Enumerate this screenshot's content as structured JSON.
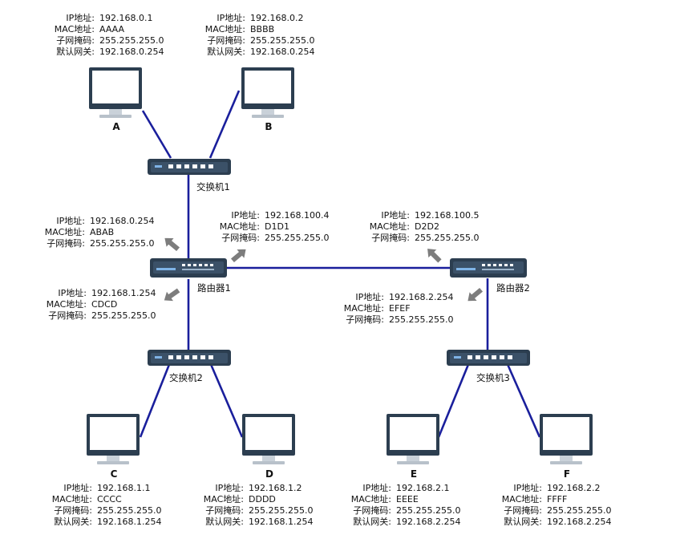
{
  "colors": {
    "link": "#1a1f9c",
    "device_body": "#2c3e50",
    "device_face": "#3b5168",
    "arrow": "#7d7d7d"
  },
  "labels": {
    "ip": "IP地址:",
    "mac": "MAC地址:",
    "mask": "子网掩码:",
    "gateway": "默认网关:"
  },
  "hosts": [
    {
      "name": "A",
      "ip": "192.168.0.1",
      "mac": "AAAA",
      "mask": "255.255.255.0",
      "gateway": "192.168.0.254"
    },
    {
      "name": "B",
      "ip": "192.168.0.2",
      "mac": "BBBB",
      "mask": "255.255.255.0",
      "gateway": "192.168.0.254"
    },
    {
      "name": "C",
      "ip": "192.168.1.1",
      "mac": "CCCC",
      "mask": "255.255.255.0",
      "gateway": "192.168.1.254"
    },
    {
      "name": "D",
      "ip": "192.168.1.2",
      "mac": "DDDD",
      "mask": "255.255.255.0",
      "gateway": "192.168.1.254"
    },
    {
      "name": "E",
      "ip": "192.168.2.1",
      "mac": "EEEE",
      "mask": "255.255.255.0",
      "gateway": "192.168.2.254"
    },
    {
      "name": "F",
      "ip": "192.168.2.2",
      "mac": "FFFF",
      "mask": "255.255.255.0",
      "gateway": "192.168.2.254"
    }
  ],
  "switches": [
    {
      "name": "交换机1"
    },
    {
      "name": "交换机2"
    },
    {
      "name": "交换机3"
    }
  ],
  "routers": [
    {
      "name": "路由器1"
    },
    {
      "name": "路由器2"
    }
  ],
  "interfaces": [
    {
      "ip": "192.168.0.254",
      "mac": "ABAB",
      "mask": "255.255.255.0"
    },
    {
      "ip": "192.168.1.254",
      "mac": "CDCD",
      "mask": "255.255.255.0"
    },
    {
      "ip": "192.168.100.4",
      "mac": "D1D1",
      "mask": "255.255.255.0"
    },
    {
      "ip": "192.168.100.5",
      "mac": "D2D2",
      "mask": "255.255.255.0"
    },
    {
      "ip": "192.168.2.254",
      "mac": "EFEF",
      "mask": "255.255.255.0"
    }
  ]
}
